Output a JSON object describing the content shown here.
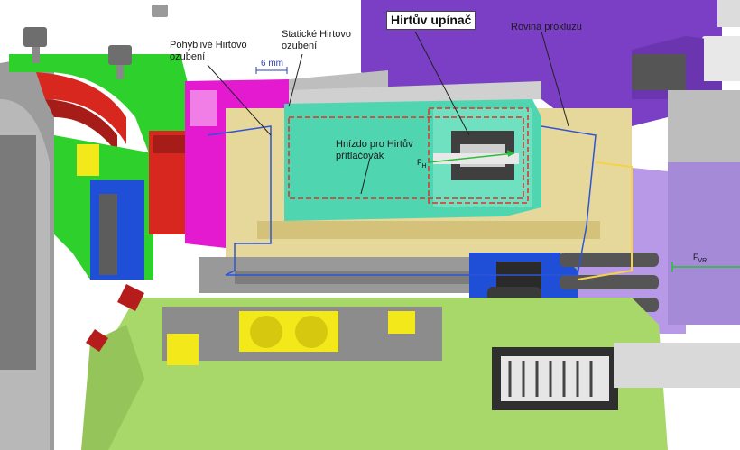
{
  "diagram": {
    "title_label": "Hirtův upínač",
    "labels": {
      "moving_hirth_line1": "Pohyblivé Hirtovo",
      "moving_hirth_line2": "ozubení",
      "static_hirth_line1": "Statické Hirtovo",
      "static_hirth_line2": "ozubení",
      "slip_plane": "Rovina prokluzu",
      "socket_line1": "Hnízdo pro Hirtův",
      "socket_line2": "přítlačovák",
      "dimension": "6 mm",
      "force_h": "F",
      "force_h_sub": "H",
      "force_vr": "F",
      "force_vr_sub": "VR"
    },
    "colors": {
      "purple": "#7a3fc4",
      "magenta": "#e41ad0",
      "green": "#2ed12b",
      "lime": "#a8d86a",
      "teal": "#4fd6b0",
      "tan": "#e6d79a",
      "blue": "#1e4fd6",
      "red": "#d8271f",
      "gray": "#8f8f8f",
      "yellow": "#f2e81a",
      "outline_red": "#e0312a",
      "outline_blue": "#2e54d8",
      "outline_yellow": "#f5d24a"
    }
  }
}
